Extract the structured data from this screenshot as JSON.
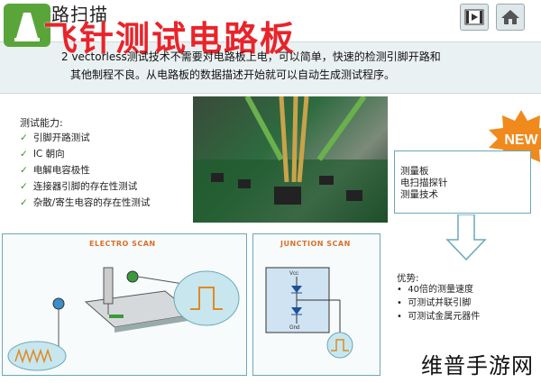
{
  "header": {
    "title": "开路扫描",
    "overlay_title": "飞针测试电路板"
  },
  "banner": {
    "line1": "2 vectorless测试技术不需要对电路板上电，可以简单，快速的检测引脚开路和",
    "line2": "其他制程不良。从电路板的数据描述开始就可以自动生成测试程序。"
  },
  "capabilities": {
    "title": "测试能力:",
    "items": [
      "引脚开路测试",
      "IC 朝向",
      "电解电容极性",
      "连接器引脚的存在性测试",
      "杂散/寄生电容的存在性测试"
    ]
  },
  "badge": {
    "label": "NEW",
    "color": "#f08a1c"
  },
  "measurement": {
    "lines": [
      "测量板",
      "电扫描探针",
      "测量技术"
    ]
  },
  "advantages": {
    "title": "优势:",
    "items": [
      "40倍的测量速度",
      "可测试并联引脚",
      "可测试金属元器件"
    ]
  },
  "panels": {
    "electro": {
      "title": "ELECTRO SCAN"
    },
    "junction": {
      "title": "JUNCTION SCAN",
      "vcc": "Vcc",
      "gnd": "Gnd"
    }
  },
  "watermark": "维普手游网",
  "colors": {
    "accent_red": "#e8242a",
    "accent_green": "#5aa53a",
    "panel_border": "#6aa8b8"
  }
}
